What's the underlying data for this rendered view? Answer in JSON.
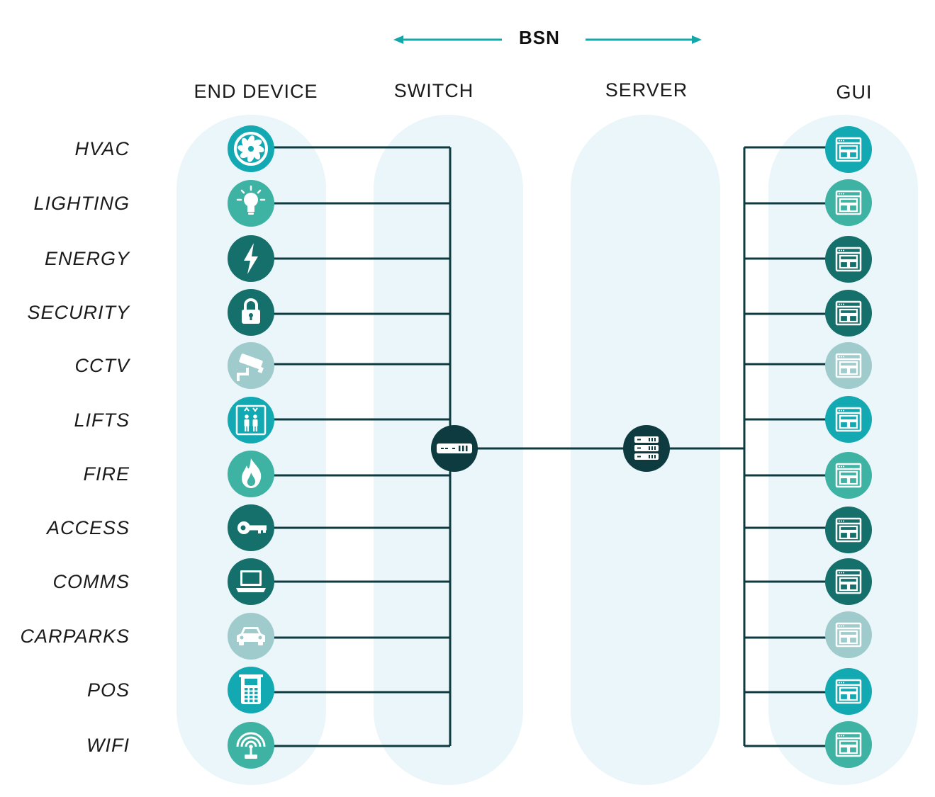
{
  "header": {
    "bsn_label": "BSN"
  },
  "columns": {
    "end_device": "END DEVICE",
    "switch": "SWITCH",
    "server": "SERVER",
    "gui": "GUI"
  },
  "colors": {
    "line": "#0d3b40",
    "column_bg": "#eaf6f9",
    "arrow": "#13a7a8",
    "teal": "#13a9b2",
    "mint": "#3eb3a4",
    "dark": "#156f6b",
    "pale": "#9fcbcc",
    "hub": "#0d3b40"
  },
  "hubs": [
    {
      "name": "switch",
      "icon": "switch-hub-icon"
    },
    {
      "name": "server",
      "icon": "server-hub-icon"
    }
  ],
  "rows": [
    {
      "label": "HVAC",
      "icon": "fan-icon",
      "device_color": "teal",
      "gui_color": "teal"
    },
    {
      "label": "LIGHTING",
      "icon": "lightbulb-icon",
      "device_color": "mint",
      "gui_color": "mint"
    },
    {
      "label": "ENERGY",
      "icon": "lightning-icon",
      "device_color": "dark",
      "gui_color": "dark"
    },
    {
      "label": "SECURITY",
      "icon": "padlock-icon",
      "device_color": "dark",
      "gui_color": "dark"
    },
    {
      "label": "CCTV",
      "icon": "cctv-camera-icon",
      "device_color": "pale",
      "gui_color": "pale"
    },
    {
      "label": "LIFTS",
      "icon": "elevator-icon",
      "device_color": "teal",
      "gui_color": "teal"
    },
    {
      "label": "FIRE",
      "icon": "flame-icon",
      "device_color": "mint",
      "gui_color": "mint"
    },
    {
      "label": "ACCESS",
      "icon": "key-icon",
      "device_color": "dark",
      "gui_color": "dark"
    },
    {
      "label": "COMMS",
      "icon": "laptop-icon",
      "device_color": "dark",
      "gui_color": "dark"
    },
    {
      "label": "CARPARKS",
      "icon": "car-icon",
      "device_color": "pale",
      "gui_color": "pale"
    },
    {
      "label": "POS",
      "icon": "pos-terminal-icon",
      "device_color": "teal",
      "gui_color": "teal"
    },
    {
      "label": "WIFI",
      "icon": "wifi-router-icon",
      "device_color": "mint",
      "gui_color": "mint"
    }
  ]
}
